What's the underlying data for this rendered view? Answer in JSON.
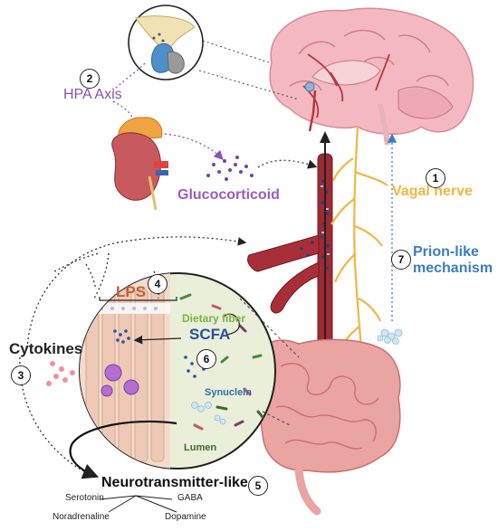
{
  "labels": {
    "hpa_axis": "HPA Axis",
    "glucocorticoid": "Glucocorticoid",
    "vagal_nerve": "Vagal nerve",
    "prion_line1": "Prion-like",
    "prion_line2": "mechanism",
    "cytokines": "Cytokines",
    "lps": "LPS",
    "dietary_fiber": "Dietary fiber",
    "scfa": "SCFA",
    "synuclein": "Synuclein",
    "lumen": "Lumen",
    "neurotransmitter_like": "Neurotransmitter-like",
    "serotonin": "Serotonin",
    "gaba": "GABA",
    "noradrenaline": "Noradrenaline",
    "dopamine": "Dopamine"
  },
  "markers": [
    "1",
    "2",
    "3",
    "4",
    "5",
    "6",
    "7"
  ],
  "colors": {
    "brain": "#f4b9c0",
    "vessel": "#b8363f",
    "vagal": "#f2b640",
    "hpa": "#8a4fb0",
    "prion": "#3b7dc0",
    "intestine": "#e9a3a1",
    "inset_bg": "#e9efd9"
  }
}
